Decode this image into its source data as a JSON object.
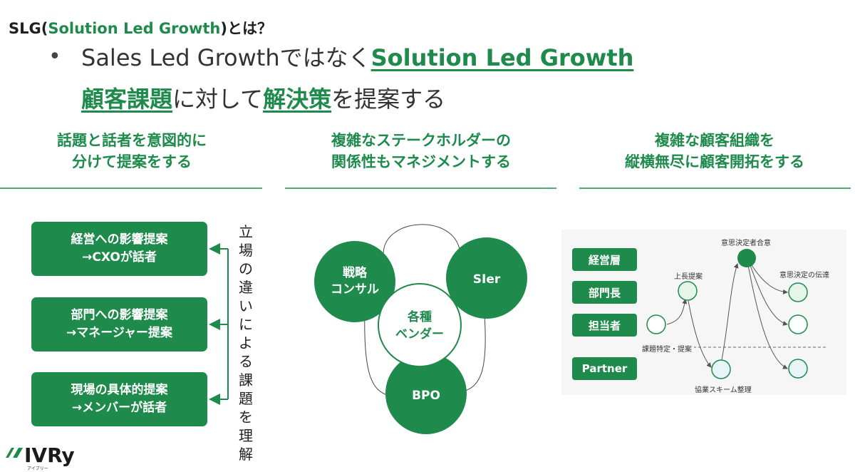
{
  "title": {
    "prefix": "SLG(",
    "highlight": "Solution Led Growth",
    "suffix": ")とは？"
  },
  "bullet": {
    "line1_plain": "Sales Led Growthではなく",
    "line1_highlight": "Solution Led Growth",
    "line2_h1": "顧客課題",
    "line2_mid": "に対して",
    "line2_h2": "解決策",
    "line2_end": "を提案する"
  },
  "columns": [
    {
      "line1": "話題と話者を意図的に",
      "line2": "分けて提案をする"
    },
    {
      "line1": "複雑なステークホルダーの",
      "line2": "関係性もマネジメントする"
    },
    {
      "line1": "複雑な顧客組織を",
      "line2": "縦横無尽に顧客開拓をする"
    }
  ],
  "levels": [
    {
      "line1": "経営への影響提案",
      "line2": "→CXOが話者"
    },
    {
      "line1": "部門への影響提案",
      "line2": "→マネージャー提案"
    },
    {
      "line1": "現場の具体的提案",
      "line2": "→メンバーが話者"
    }
  ],
  "vertical_label": [
    "立",
    "場",
    "の",
    "違",
    "い",
    "に",
    "よ",
    "る",
    "課",
    "題",
    "を",
    "理",
    "解"
  ],
  "stakeholders": {
    "strategy_l1": "戦略",
    "strategy_l2": "コンサル",
    "sier": "SIer",
    "bpo": "BPO",
    "vendor_l1": "各種",
    "vendor_l2": "ベンダー"
  },
  "org": {
    "roles": [
      "経営層",
      "部門長",
      "担当者",
      "Partner"
    ],
    "consensus": "意思決定者合意",
    "superior_proposal": "上長提案",
    "decision_relay": "意思決定の伝達",
    "issue_proposal": "課題特定・提案",
    "scheme": "協業スキーム整理"
  },
  "logo": {
    "text": "IVRy",
    "sub": "アイブリー"
  },
  "colors": {
    "accent": "#1e8a4c",
    "light_node": "#e6f5ea"
  }
}
